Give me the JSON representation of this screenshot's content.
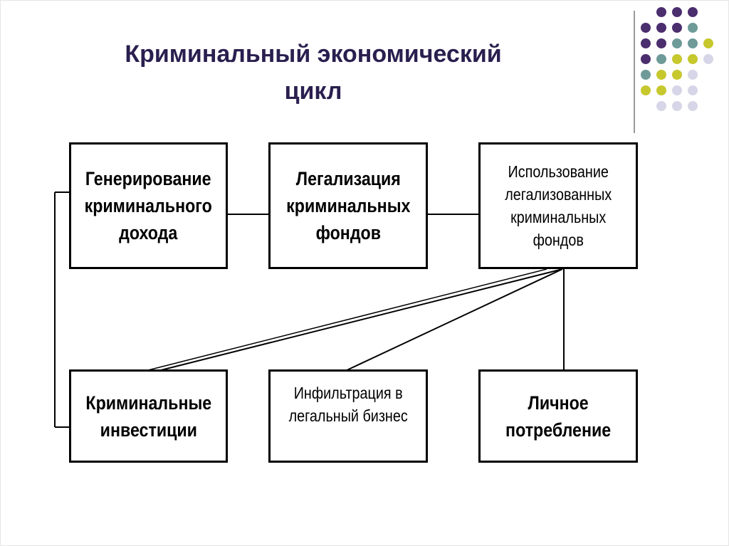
{
  "slide": {
    "title_line1": "Криминальный экономический",
    "title_line2": "цикл"
  },
  "decor": {
    "dot_colors": {
      "purple": "#4b2e6e",
      "teal": "#6e9a98",
      "olive": "#c6c82d",
      "lavender": "#d6d6e8"
    },
    "dot_rows": [
      [
        "",
        "purple",
        "purple",
        "purple"
      ],
      [
        "purple",
        "purple",
        "purple",
        "teal"
      ],
      [
        "purple",
        "purple",
        "teal",
        "teal",
        "olive"
      ],
      [
        "purple",
        "teal",
        "olive",
        "olive",
        "lavender"
      ],
      [
        "teal",
        "olive",
        "olive",
        "lavender"
      ],
      [
        "olive",
        "olive",
        "lavender",
        "lavender"
      ],
      [
        "",
        "lavender",
        "lavender",
        "lavender"
      ]
    ]
  },
  "diagram": {
    "boxes": {
      "generation": "Генерирование\nкриминального\nдохода",
      "legalization": "Легализация\nкриминальных\nфондов",
      "usage": "Использование\nлегализованных\nкриминальных\nфондов",
      "investments": "Криминальные\nинвестиции",
      "infiltration": "Инфильтрация в\nлегальный бизнес",
      "consumption": "Личное\nпотребление"
    }
  }
}
